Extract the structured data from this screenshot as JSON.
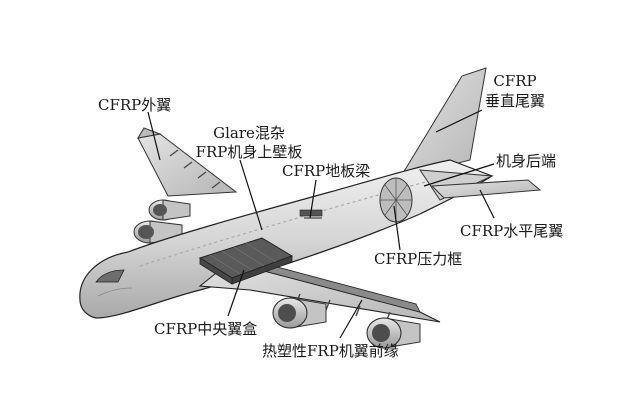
{
  "labels": {
    "outer_wing": "CFRP外翼",
    "fuselage_panel_line1": "Glare混杂",
    "fuselage_panel_line2": "FRP机身上壁板",
    "vertical_tail_line1": "CFRP",
    "vertical_tail_line2": "垂直尾翼",
    "rear_fuselage": "机身后端",
    "floor_beam": "CFRP地板梁",
    "horizontal_tail": "CFRP水平尾翼",
    "pressure_bulkhead": "CFRP压力框",
    "center_wing_box": "CFRP中央翼盒",
    "wing_leading_edge": "热塑性FRP机翼前缘"
  },
  "colors": {
    "outline": "#222222",
    "fuselage": "#d9d9d9",
    "wing": "#c8c8c8",
    "dark": "#555555",
    "leader": "#111111"
  }
}
